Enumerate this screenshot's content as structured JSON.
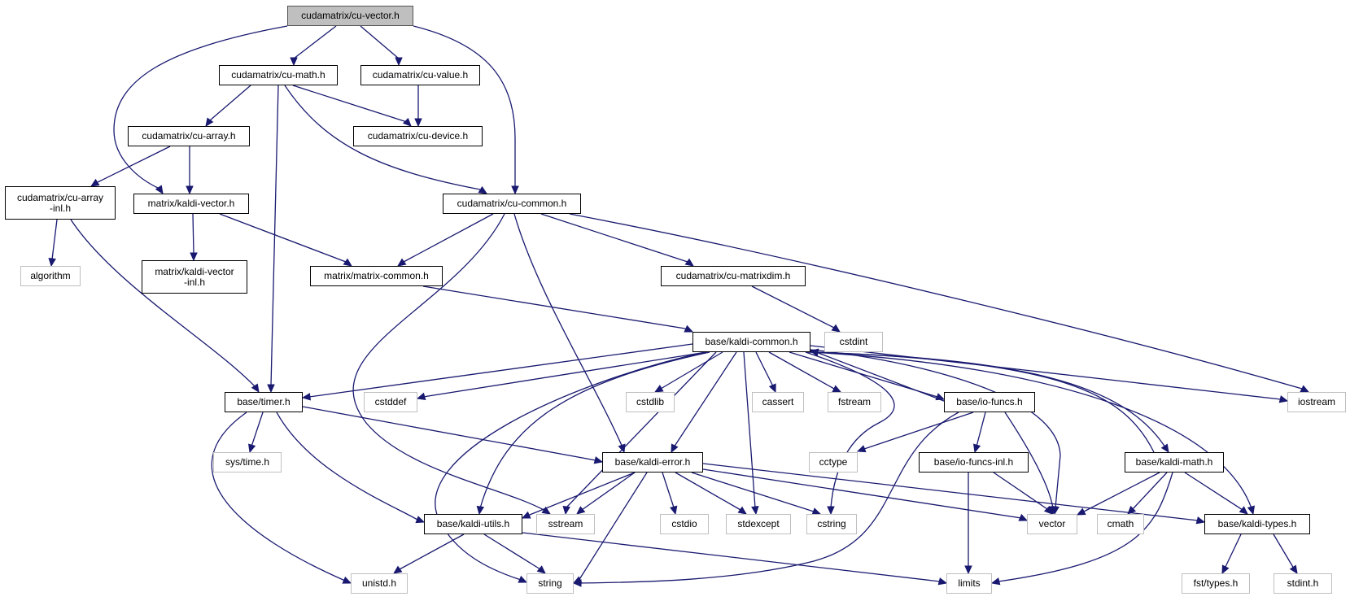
{
  "colors": {
    "edge": "#191970",
    "root_fill": "#bfbfbf",
    "light_border": "#bfbfbf",
    "strong_border": "#000000"
  },
  "nodes": {
    "cu_vector": "cudamatrix/cu-vector.h",
    "cu_math": "cudamatrix/cu-math.h",
    "cu_value": "cudamatrix/cu-value.h",
    "cu_array": "cudamatrix/cu-array.h",
    "cu_device": "cudamatrix/cu-device.h",
    "cu_array_inl": "cudamatrix/cu-array\n-inl.h",
    "kaldi_vector": "matrix/kaldi-vector.h",
    "cu_common": "cudamatrix/cu-common.h",
    "algorithm": "algorithm",
    "kaldi_vector_inl": "matrix/kaldi-vector\n-inl.h",
    "matrix_common": "matrix/matrix-common.h",
    "cu_matrixdim": "cudamatrix/cu-matrixdim.h",
    "kaldi_common": "base/kaldi-common.h",
    "cstdint": "cstdint",
    "timer": "base/timer.h",
    "cstddef": "cstddef",
    "cstdlib": "cstdlib",
    "cassert": "cassert",
    "fstream": "fstream",
    "io_funcs": "base/io-funcs.h",
    "iostream": "iostream",
    "sys_time": "sys/time.h",
    "kaldi_error": "base/kaldi-error.h",
    "cctype": "cctype",
    "io_funcs_inl": "base/io-funcs-inl.h",
    "kaldi_math": "base/kaldi-math.h",
    "kaldi_utils": "base/kaldi-utils.h",
    "sstream": "sstream",
    "cstdio": "cstdio",
    "stdexcept": "stdexcept",
    "cstring": "cstring",
    "vector": "vector",
    "cmath": "cmath",
    "kaldi_types": "base/kaldi-types.h",
    "unistd": "unistd.h",
    "string": "string",
    "limits": "limits",
    "fst_types": "fst/types.h",
    "stdint": "stdint.h"
  }
}
